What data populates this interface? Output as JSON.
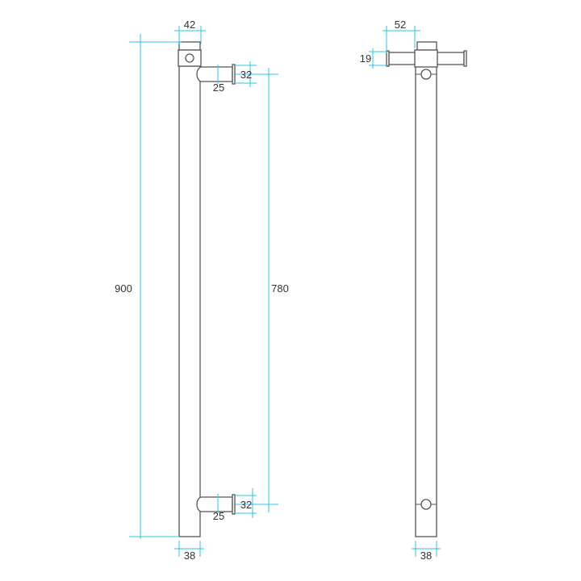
{
  "colors": {
    "outline": "#555555",
    "dimension": "#29c5e6"
  },
  "side_view": {
    "top_width": "42",
    "height": "900",
    "arm_spacing": "780",
    "arm_diameter_top": "32",
    "arm_length_top": "25",
    "arm_diameter_bottom": "32",
    "arm_length_bottom": "25",
    "bar_width": "38"
  },
  "front_view": {
    "arm_reach": "52",
    "arm_height": "19",
    "bar_width": "38"
  }
}
